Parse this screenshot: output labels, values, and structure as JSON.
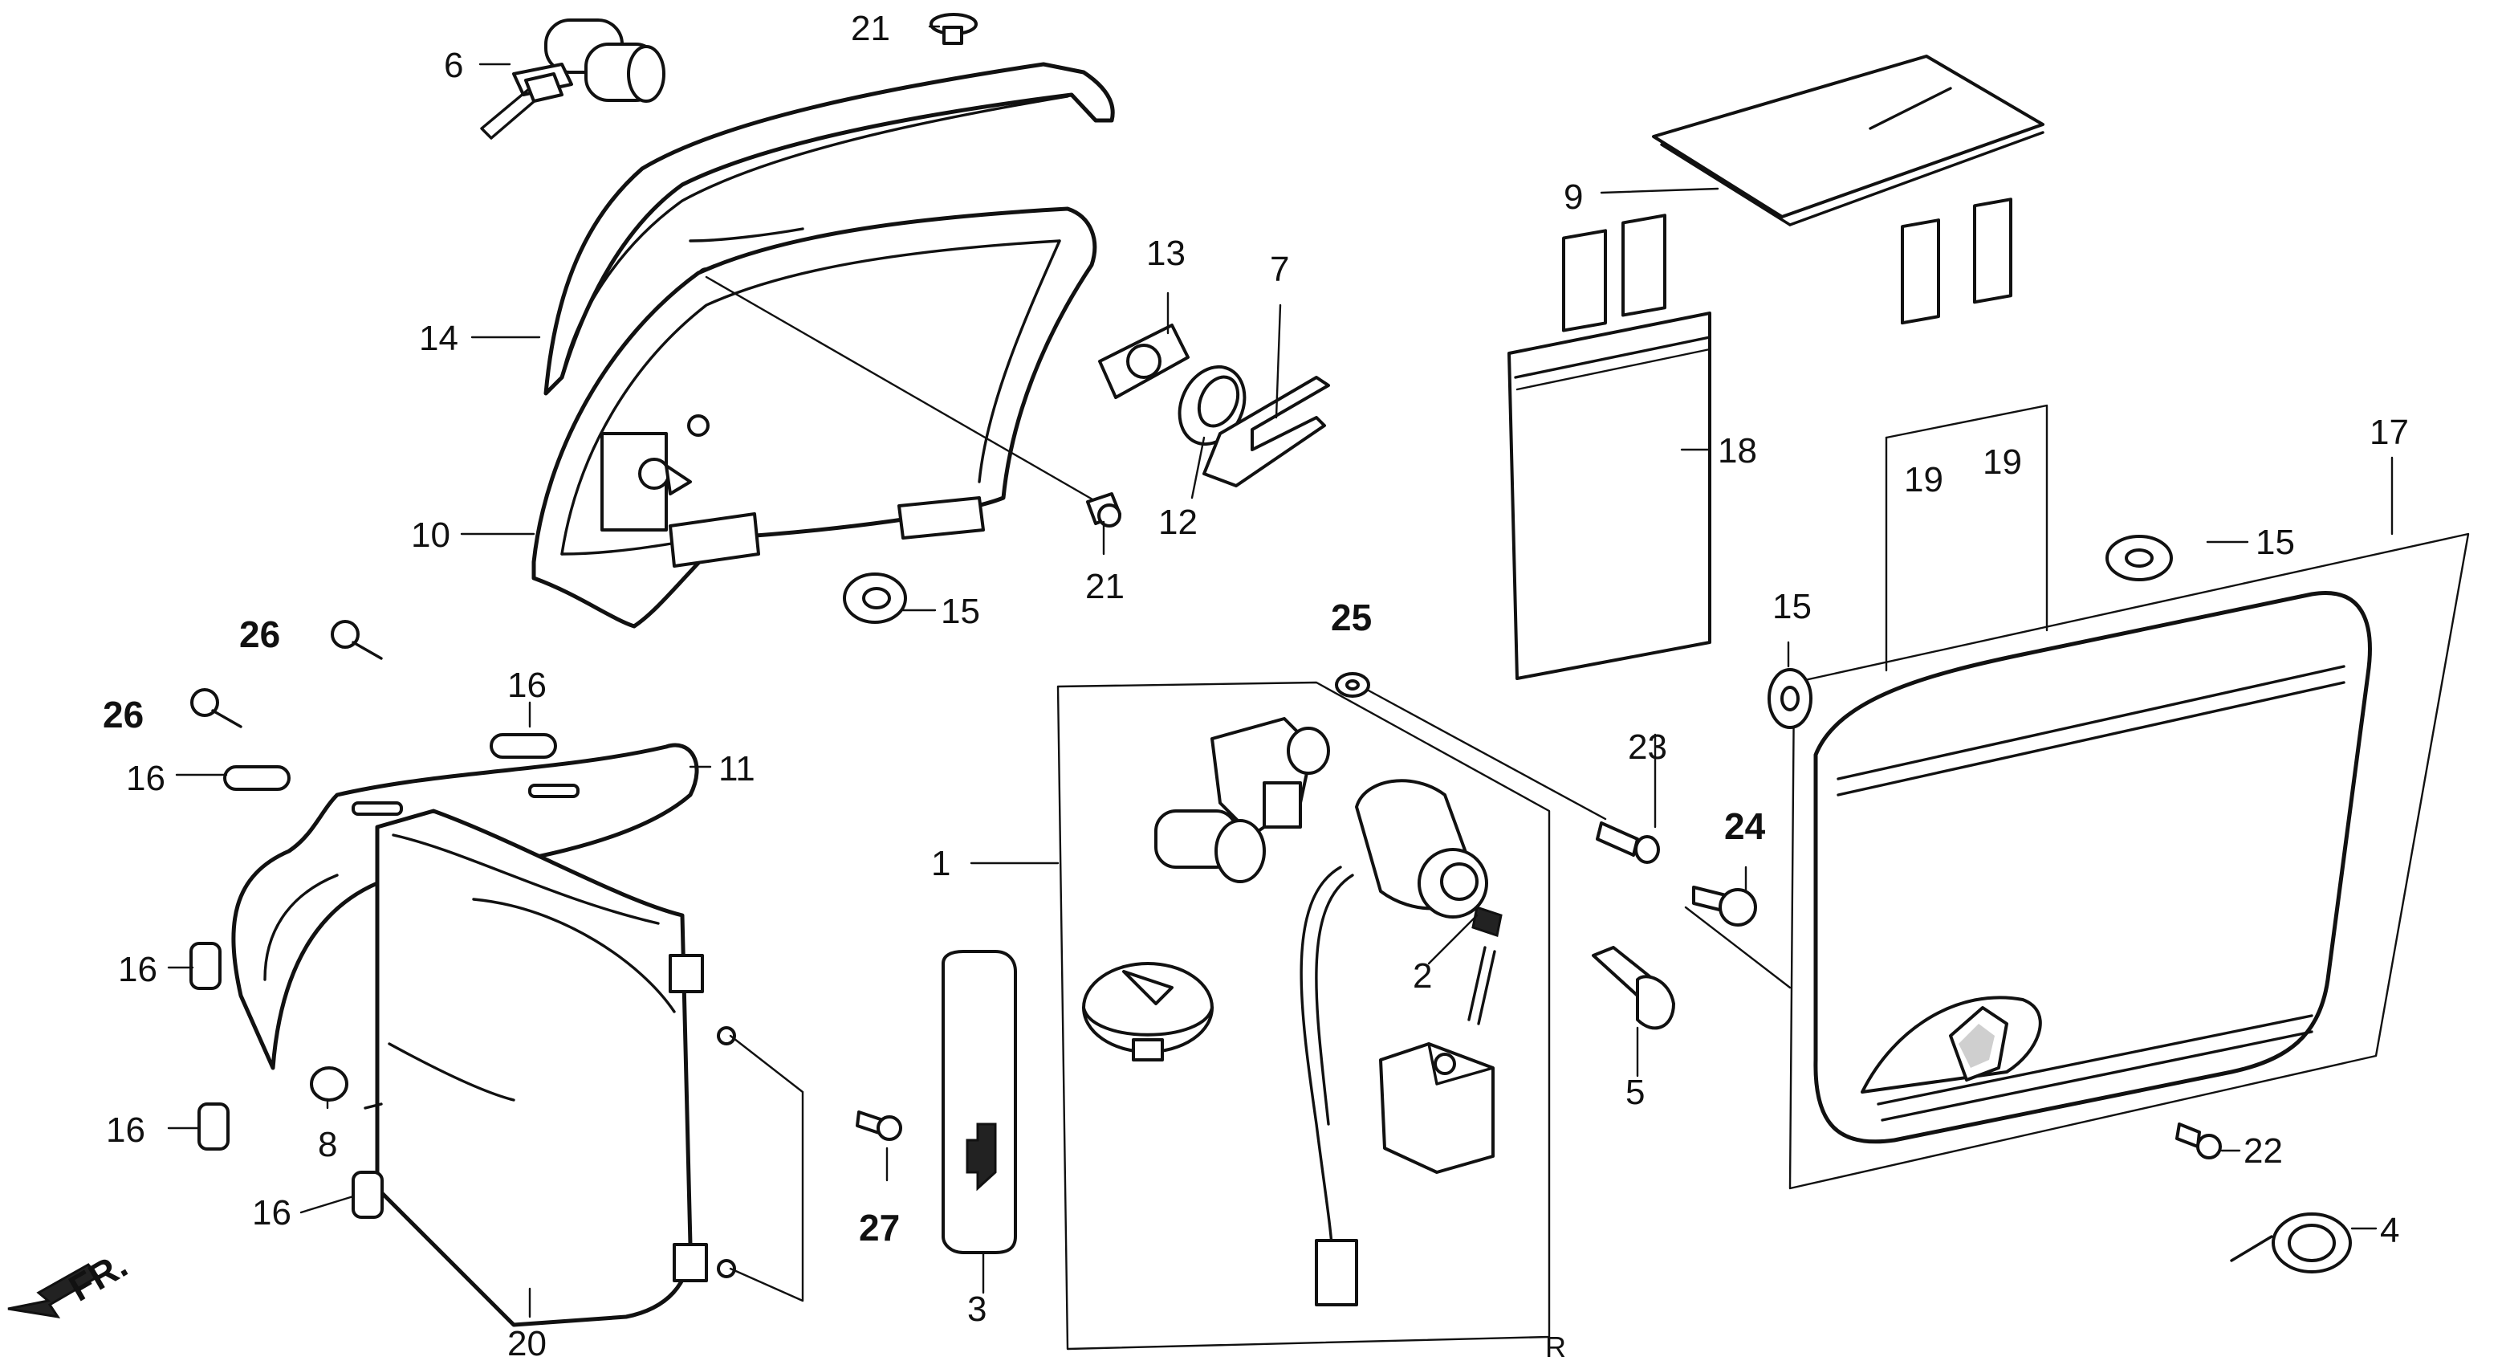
{
  "diagram": {
    "direction_label": "FR.",
    "revision_mark": "R",
    "callouts": [
      {
        "id": "c1",
        "label": "1",
        "bold": false
      },
      {
        "id": "c2",
        "label": "2",
        "bold": false
      },
      {
        "id": "c3",
        "label": "3",
        "bold": false
      },
      {
        "id": "c4",
        "label": "4",
        "bold": false
      },
      {
        "id": "c5",
        "label": "5",
        "bold": false
      },
      {
        "id": "c6",
        "label": "6",
        "bold": false
      },
      {
        "id": "c7",
        "label": "7",
        "bold": false
      },
      {
        "id": "c8",
        "label": "8",
        "bold": false
      },
      {
        "id": "c9",
        "label": "9",
        "bold": false
      },
      {
        "id": "c10",
        "label": "10",
        "bold": false
      },
      {
        "id": "c11",
        "label": "11",
        "bold": false
      },
      {
        "id": "c12",
        "label": "12",
        "bold": false
      },
      {
        "id": "c13",
        "label": "13",
        "bold": false
      },
      {
        "id": "c14",
        "label": "14",
        "bold": false
      },
      {
        "id": "c15a",
        "label": "15",
        "bold": false
      },
      {
        "id": "c15b",
        "label": "15",
        "bold": false
      },
      {
        "id": "c15c",
        "label": "15",
        "bold": false
      },
      {
        "id": "c16a",
        "label": "16",
        "bold": false
      },
      {
        "id": "c16b",
        "label": "16",
        "bold": false
      },
      {
        "id": "c16c",
        "label": "16",
        "bold": false
      },
      {
        "id": "c16d",
        "label": "16",
        "bold": false
      },
      {
        "id": "c16e",
        "label": "16",
        "bold": false
      },
      {
        "id": "c17",
        "label": "17",
        "bold": false
      },
      {
        "id": "c18",
        "label": "18",
        "bold": false
      },
      {
        "id": "c19a",
        "label": "19",
        "bold": false
      },
      {
        "id": "c19b",
        "label": "19",
        "bold": false
      },
      {
        "id": "c20",
        "label": "20",
        "bold": false
      },
      {
        "id": "c21a",
        "label": "21",
        "bold": false
      },
      {
        "id": "c21b",
        "label": "21",
        "bold": false
      },
      {
        "id": "c22",
        "label": "22",
        "bold": false
      },
      {
        "id": "c23",
        "label": "23",
        "bold": false
      },
      {
        "id": "c24",
        "label": "24",
        "bold": true
      },
      {
        "id": "c25",
        "label": "25",
        "bold": true
      },
      {
        "id": "c26a",
        "label": "26",
        "bold": true
      },
      {
        "id": "c26b",
        "label": "26",
        "bold": true
      },
      {
        "id": "c27",
        "label": "27",
        "bold": true
      }
    ]
  }
}
